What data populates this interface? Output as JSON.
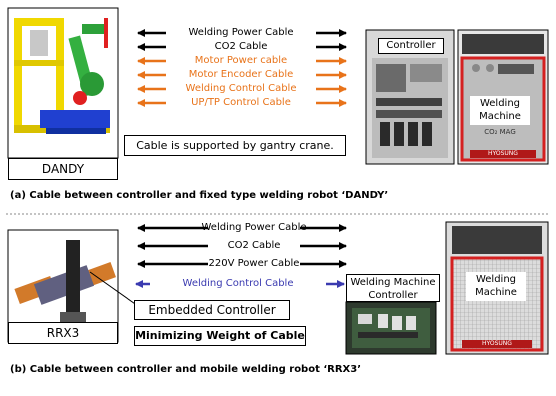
{
  "section_a": {
    "robot_label": "DANDY",
    "cables": [
      {
        "label": "Welding Power Cable",
        "color": "#000000"
      },
      {
        "label": "CO2 Cable",
        "color": "#000000"
      },
      {
        "label": "Motor Power cable",
        "color": "#e8731a"
      },
      {
        "label": "Motor Encoder Cable",
        "color": "#e8731a"
      },
      {
        "label": "Welding Control Cable",
        "color": "#e8731a"
      },
      {
        "label": "UP/TP Control Cable",
        "color": "#e8731a"
      }
    ],
    "note": "Cable is supported by gantry crane.",
    "controller_label": "Controller",
    "welding_machine_label": "Welding Machine",
    "machine_sublabel": "CO₂ MAG",
    "brand": "HYOSUNG",
    "caption": "(a) Cable between controller and fixed type welding robot ‘DANDY’"
  },
  "section_b": {
    "robot_label": "RRX3",
    "cables": [
      {
        "label": "Welding Power Cable",
        "color": "#000000"
      },
      {
        "label": "CO2 Cable",
        "color": "#000000"
      },
      {
        "label": "220V Power Cable",
        "color": "#000000"
      },
      {
        "label": "Welding Control Cable",
        "color": "#3a3ab0"
      }
    ],
    "embedded_label": "Embedded Controller",
    "note": "Minimizing Weight of Cable",
    "controller_label": "Welding Machine Controller",
    "welding_machine_label": "Welding Machine",
    "brand": "HYOSUNG",
    "caption": "(b) Cable between controller and mobile welding robot ‘RRX3’"
  },
  "colors": {
    "orange": "#e8731a",
    "blue": "#3a3ab0",
    "red_frame": "#d42020"
  }
}
